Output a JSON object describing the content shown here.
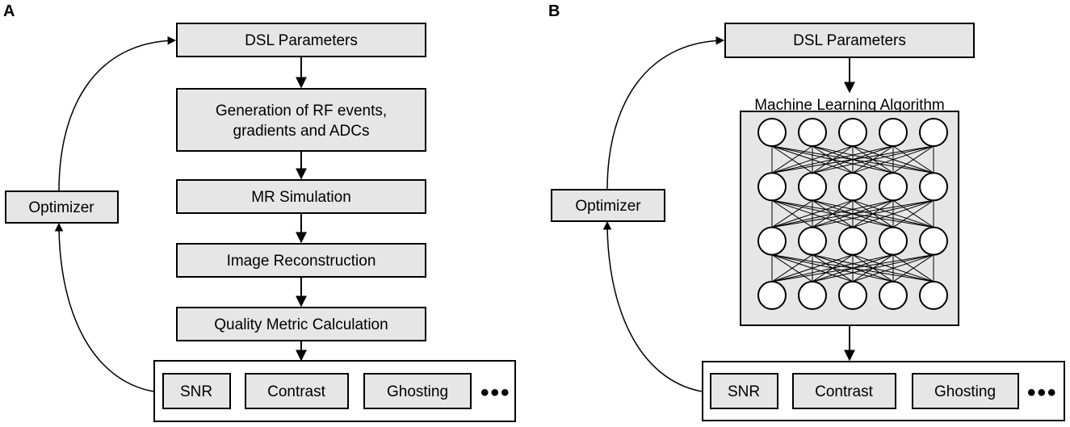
{
  "panels": {
    "a": {
      "label": "A",
      "boxes": {
        "params": "DSL Parameters",
        "generation_line1": "Generation of RF events,",
        "generation_line2": "gradients and ADCs",
        "simulation": "MR Simulation",
        "reconstruction": "Image Reconstruction",
        "quality": "Quality Metric Calculation",
        "optimizer": "Optimizer"
      },
      "metrics": [
        "SNR",
        "Contrast",
        "Ghosting"
      ],
      "ellipsis": "•••"
    },
    "b": {
      "label": "B",
      "boxes": {
        "params": "DSL Parameters",
        "ml_title": "Machine Learning Algorithm",
        "optimizer": "Optimizer"
      },
      "network": {
        "layers": 4,
        "nodes_per_layer": 5
      },
      "metrics": [
        "SNR",
        "Contrast",
        "Ghosting"
      ],
      "ellipsis": "•••"
    }
  },
  "colors": {
    "box_fill": "#e6e6e6",
    "stroke": "#000000"
  }
}
